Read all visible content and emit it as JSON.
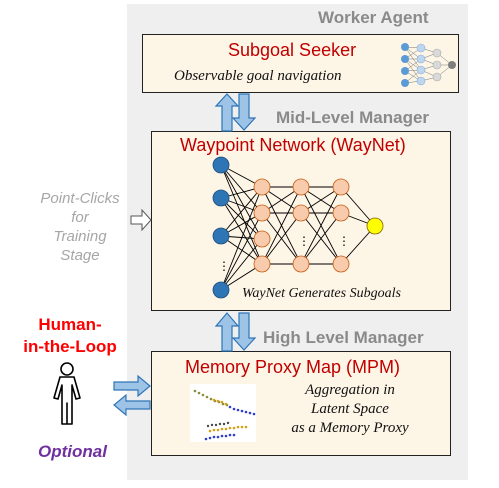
{
  "worker": {
    "layer_title": "Worker Agent",
    "box_title": "Subgoal Seeker",
    "subtitle": "Observable goal navigation"
  },
  "mid": {
    "layer_title": "Mid-Level Manager",
    "box_title": "Waypoint Network (WayNet)",
    "caption": "WayNet Generates Subgoals",
    "ellipsis": "⋮"
  },
  "high": {
    "layer_title": "High Level Manager",
    "box_title": "Memory Proxy Map (MPM)",
    "desc_lines": [
      "Aggregation in",
      "Latent Space",
      "as a Memory Proxy"
    ]
  },
  "left": {
    "point_clicks_lines": [
      "Point-Clicks",
      "for",
      "Training",
      "Stage"
    ],
    "hitl_lines": [
      "Human-",
      "in-the-Loop"
    ],
    "optional": "Optional"
  },
  "colors": {
    "arrow_fill": "#9dc3e6",
    "arrow_stroke": "#2e75b6",
    "input_node": "#2e75b6",
    "hidden_node": "#f8cbad",
    "output_node": "#ffff00",
    "red": "#c00000",
    "purple": "#7030a0"
  },
  "icons": [
    "neural-net-icon",
    "human-icon",
    "scatter-plot-icon"
  ]
}
